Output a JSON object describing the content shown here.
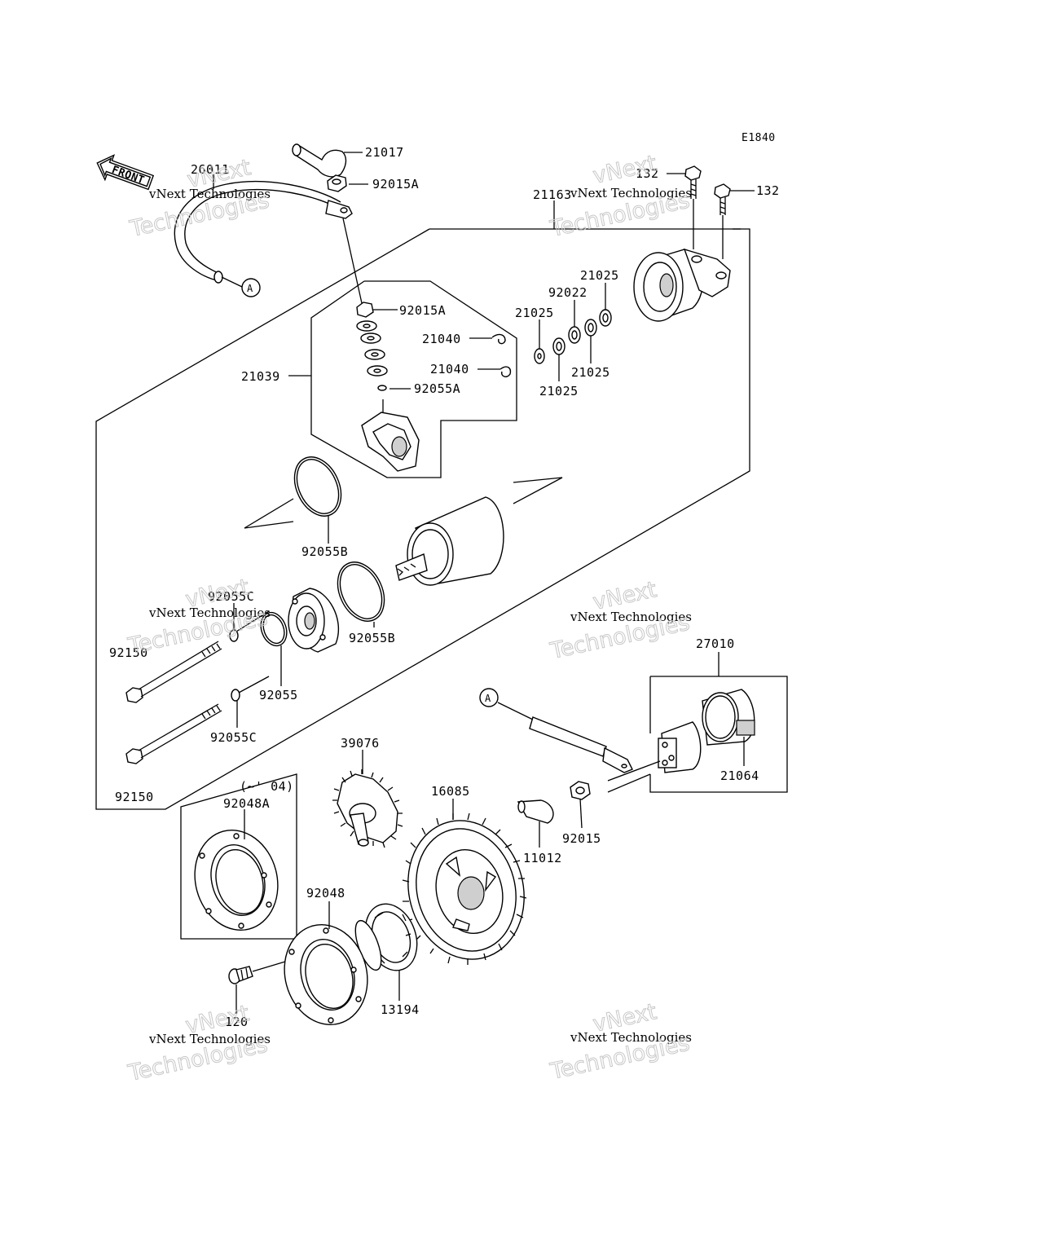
{
  "diagram": {
    "code": "E1840",
    "front_label": "FRONT",
    "connector_label": "A",
    "labels": {
      "p26011": "26011",
      "p21017": "21017",
      "p92015A_top": "92015A",
      "p92015A_mid": "92015A",
      "p21163": "21163",
      "p132_a": "132",
      "p132_b": "132",
      "p21025_a": "21025",
      "p92022": "92022",
      "p21025_b": "21025",
      "p21025_c": "21025",
      "p21025_d": "21025",
      "p21040_a": "21040",
      "p21040_b": "21040",
      "p21039": "21039",
      "p92055A": "92055A",
      "p92055B_a": "92055B",
      "p92055B_b": "92055B",
      "p92055C_a": "92055C",
      "p92055C_b": "92055C",
      "p92150_a": "92150",
      "p92150_b": "92150",
      "p92055": "92055",
      "p27010": "27010",
      "p21064": "21064",
      "p39076": "39076",
      "p16085": "16085",
      "p11012": "11012",
      "p92015": "92015",
      "p04": "(~' 04)",
      "p92048A": "92048A",
      "p92048": "92048",
      "p120": "120",
      "p13194": "13194"
    },
    "watermark": {
      "line_vnext": "vNext",
      "line_full": "vNext Technologies",
      "line_tech": "Technologies"
    }
  }
}
